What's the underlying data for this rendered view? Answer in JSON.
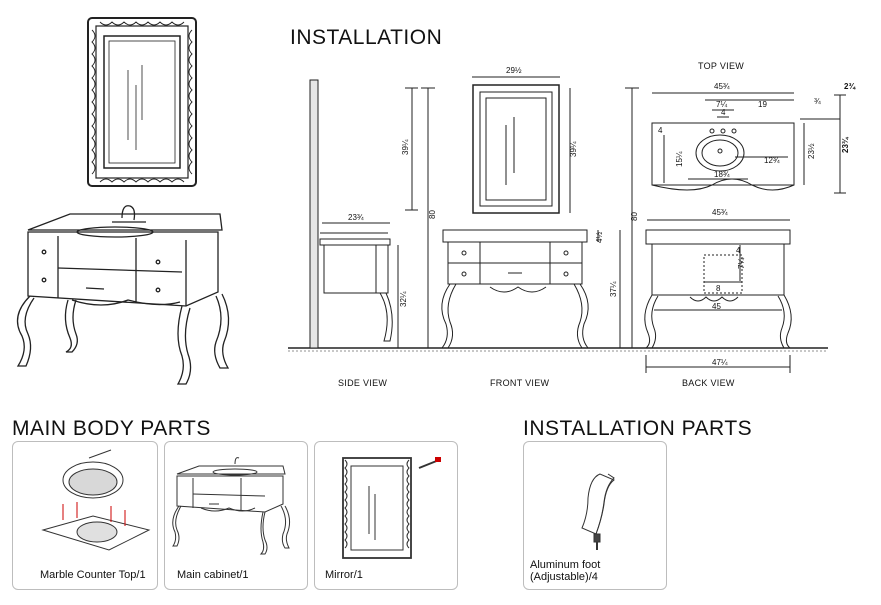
{
  "installation": {
    "title": "INSTALLATION",
    "side_view": {
      "label": "SIDE VIEW",
      "dims": {
        "mirror_h": "39¼",
        "depth": "23¾",
        "cabinet_h": "32¼",
        "total_h": "80"
      }
    },
    "front_view": {
      "label": "FRONT VIEW",
      "dims": {
        "mirror_w": "29½",
        "mirror_h": "39¼",
        "top_h": "4½",
        "cabinet_h": "37¼",
        "total_h": "80"
      }
    },
    "top_view": {
      "label": "TOP VIEW",
      "dims": {
        "width": "45¾",
        "right_offset": "19",
        "tap_a": "7¼",
        "tap_b": "4",
        "edge_a": "¾",
        "edge_b": "2¾",
        "left_4": "4",
        "left_15": "15¼",
        "basin_12": "12¾",
        "basin_18": "18¾",
        "depth_right": "23½",
        "depth_total": "23¾"
      }
    },
    "back_view": {
      "label": "BACK VIEW",
      "dims": {
        "top_w": "45¾",
        "dim_4": "4",
        "dim_7": "7¼",
        "dim_8": "8",
        "inner_w": "45",
        "base_w": "47¼"
      }
    }
  },
  "main_body_parts": {
    "title": "MAIN BODY PARTS",
    "items": [
      {
        "label": "Marble Counter Top/1"
      },
      {
        "label": "Main cabinet/1"
      },
      {
        "label": "Mirror/1"
      }
    ]
  },
  "installation_parts": {
    "title": "INSTALLATION PARTS",
    "items": [
      {
        "label_line1": "Aluminum foot",
        "label_line2": "(Adjustable)/4"
      }
    ]
  }
}
